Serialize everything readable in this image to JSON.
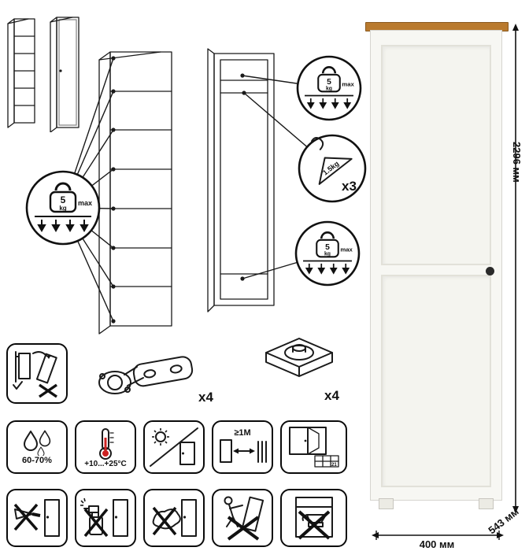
{
  "labels": {
    "weight_value": "5",
    "weight_unit": "kg",
    "weight_max": "max",
    "hanger_weight": "1.5kg",
    "hanger_count": "x3",
    "hinge_qty": "x4",
    "foot_qty": "x4",
    "humidity": "60-70%",
    "temperature": "+10...+25°C",
    "min_distance": "≥1М",
    "window_day": "21",
    "height": "2296 мм",
    "width": "400 мм",
    "depth": "543 мм"
  },
  "colors": {
    "wardrobe_body": "#f7f7f3",
    "wardrobe_top": "#b97a2e",
    "knob": "#2a2a2a"
  }
}
